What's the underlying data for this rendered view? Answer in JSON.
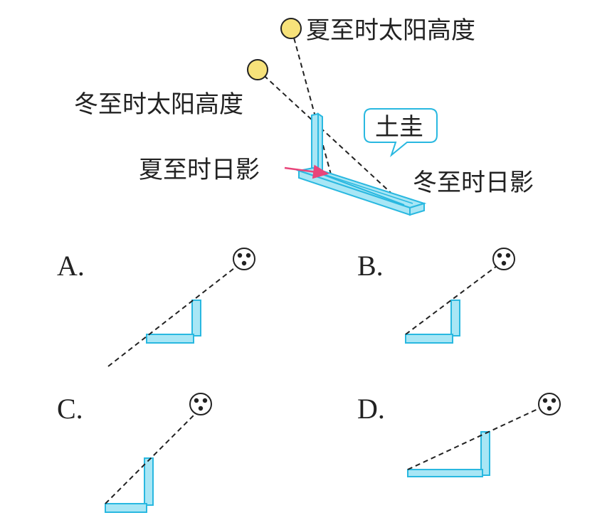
{
  "colors": {
    "gnomon_fill": "#a8e6f5",
    "gnomon_stroke": "#29b8e0",
    "sun_fill": "#f7e27a",
    "arrow": "#e8457a",
    "ink": "#222222"
  },
  "illustration": {
    "summer_sun_label": "夏至时太阳高度",
    "winter_sun_label": "冬至时太阳高度",
    "summer_shadow_label": "夏至时日影",
    "winter_shadow_label": "冬至时日影",
    "callout_label": "土圭"
  },
  "options": [
    {
      "letter": "A."
    },
    {
      "letter": "B."
    },
    {
      "letter": "C."
    },
    {
      "letter": "D."
    }
  ]
}
